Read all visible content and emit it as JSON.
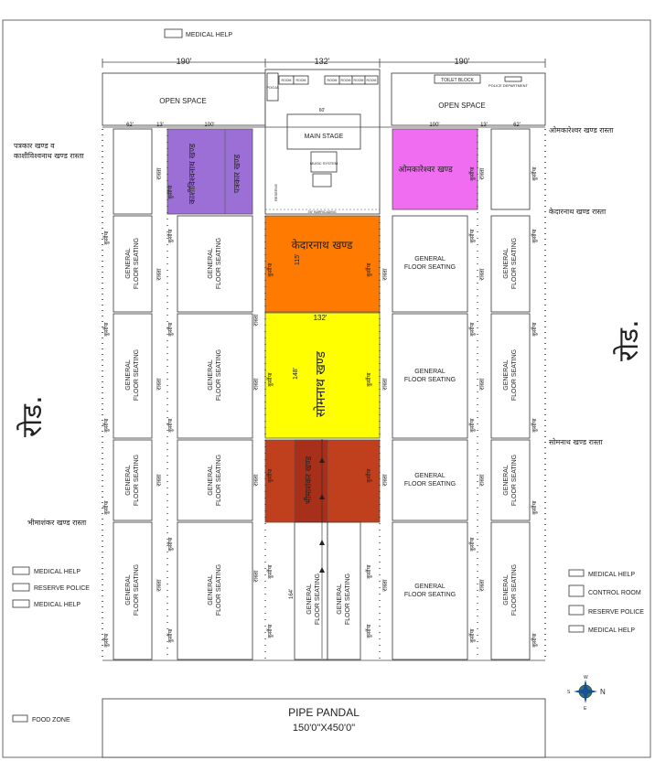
{
  "top_legend": {
    "medical_help": "MEDICAL HELP"
  },
  "dimensions": {
    "left": "190'",
    "center": "132'",
    "right": "190'",
    "seg_62": "62'",
    "seg_13": "13'",
    "seg_100": "100'",
    "seg_60": "60'",
    "seg_115": "115'",
    "seg_148": "148'",
    "seg_164": "164'"
  },
  "top_area": {
    "open_space": "OPEN SPACE",
    "main_stage": "MAIN STAGE",
    "music_system": "MUSIC SYSTEM",
    "room": "ROOM",
    "pooja": "POOJA",
    "toilet_block": "TOILET BLOCK",
    "police_department": "POLICE DEPARTMENT",
    "barricading": "3'6\" BARRICADING",
    "reserve": "RESERVE"
  },
  "zones": {
    "kashivishwanath": "काशीविश्वनाथ खण्ड",
    "patrakar": "पत्रकार खण्ड",
    "omkareshwar": "ओमकारेश्वर खण्ड",
    "kedarnath": "केदारनाथ खण्ड",
    "somnath": "सोमनाथ खण्ड",
    "bhimashankar": "भीमाशंकर खण्ड"
  },
  "common": {
    "general_seating": [
      "GENERAL",
      "FLOOR SEATING"
    ],
    "kursiya": "कुर्सीया",
    "rasta": "रास्ता",
    "road": "रोड."
  },
  "side_labels": {
    "patrakar_road": [
      "पत्रकार खण्ड व",
      "काशीविश्वनाथ खण्ड रास्ता"
    ],
    "bhimashankar_road": "भीमाशंकर खण्ड रास्ता",
    "omkareshwar_road": "ओमकारेश्वर खण्ड रास्ता",
    "kedarnath_road": "केदारनाथ खण्ड रास्ता",
    "somnath_road": "सोमनाथ खण्ड रास्ता"
  },
  "left_legend": [
    "MEDICAL HELP",
    "RESERVE POLICE",
    "MEDICAL HELP"
  ],
  "right_legend": [
    "MEDICAL HELP",
    "CONTROL ROOM",
    "RESERVE POLICE",
    "MEDICAL HELP"
  ],
  "food_zone": "FOOD ZONE",
  "pipe_pandal": {
    "title": "PIPE PANDAL",
    "size": "150'0\"X450'0\""
  },
  "compass": {
    "n": "N",
    "s": "S",
    "w": "W",
    "e": "E"
  },
  "colors": {
    "purple": "#9b6fd6",
    "magenta": "#f06cf0",
    "orange": "#ff7a00",
    "yellow": "#ffff00",
    "red": "#c0401e"
  }
}
